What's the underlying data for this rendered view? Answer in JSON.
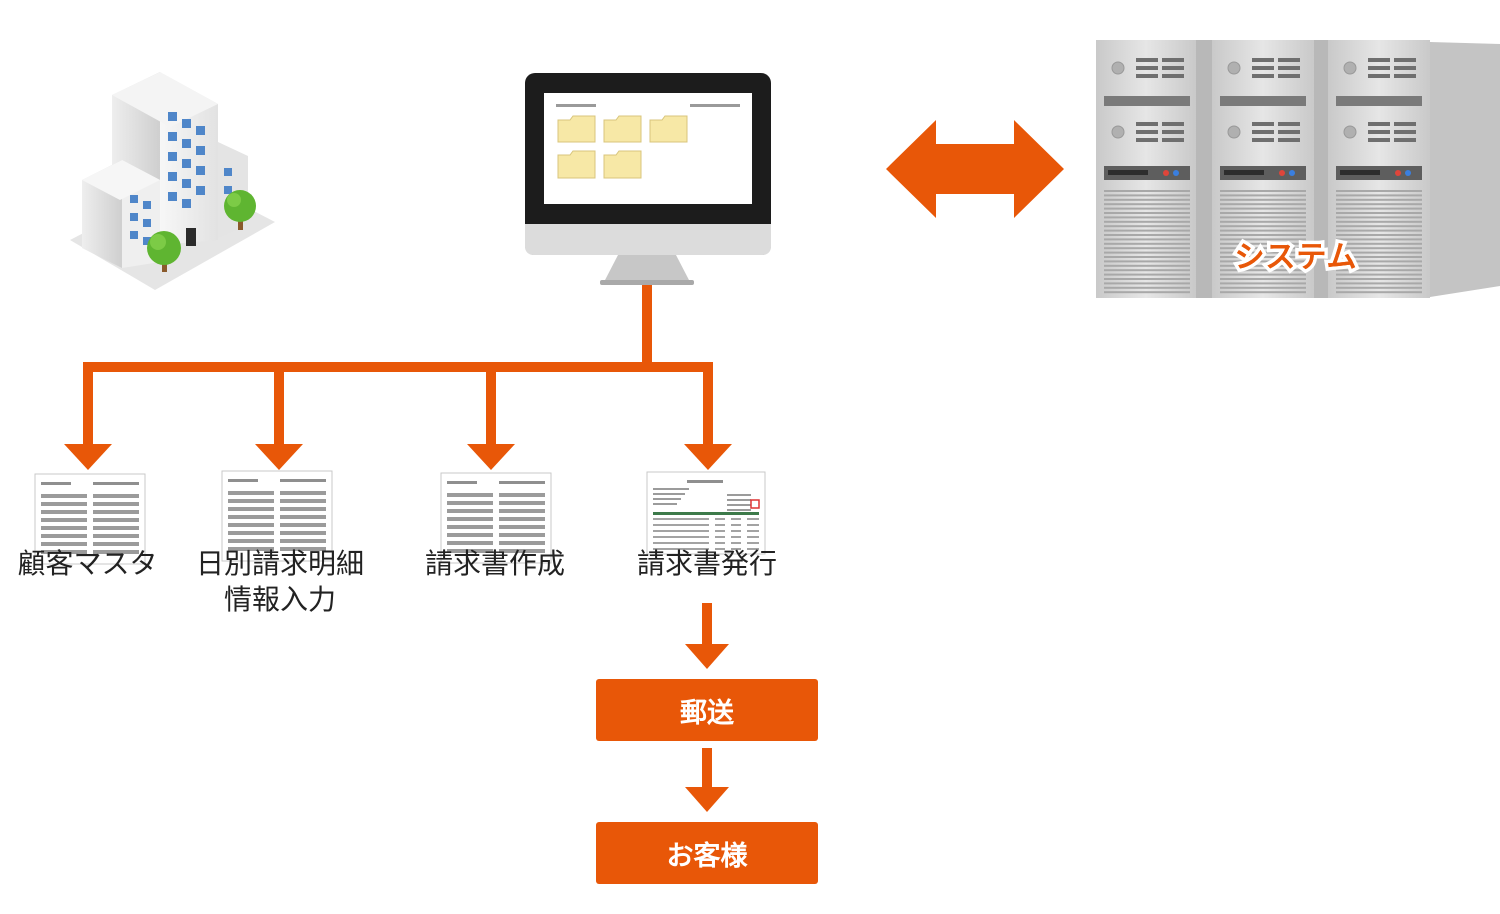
{
  "colors": {
    "accent": "#e85708",
    "monitor": "#1c1c1c",
    "folder": "#f7e8a6",
    "server": "#d7d7d7"
  },
  "server": {
    "label": "システム"
  },
  "documents": [
    {
      "line1": "顧客マスタ",
      "line2": ""
    },
    {
      "line1": "日別請求明細",
      "line2": "情報入力"
    },
    {
      "line1": "請求書作成",
      "line2": ""
    },
    {
      "line1": "請求書発行",
      "line2": ""
    }
  ],
  "flow": {
    "step1": "郵送",
    "step2": "お客様"
  },
  "icons": [
    "office-building-icon",
    "computer-monitor-icon",
    "folder-icon",
    "server-rack-icon",
    "document-icon",
    "invoice-icon"
  ]
}
